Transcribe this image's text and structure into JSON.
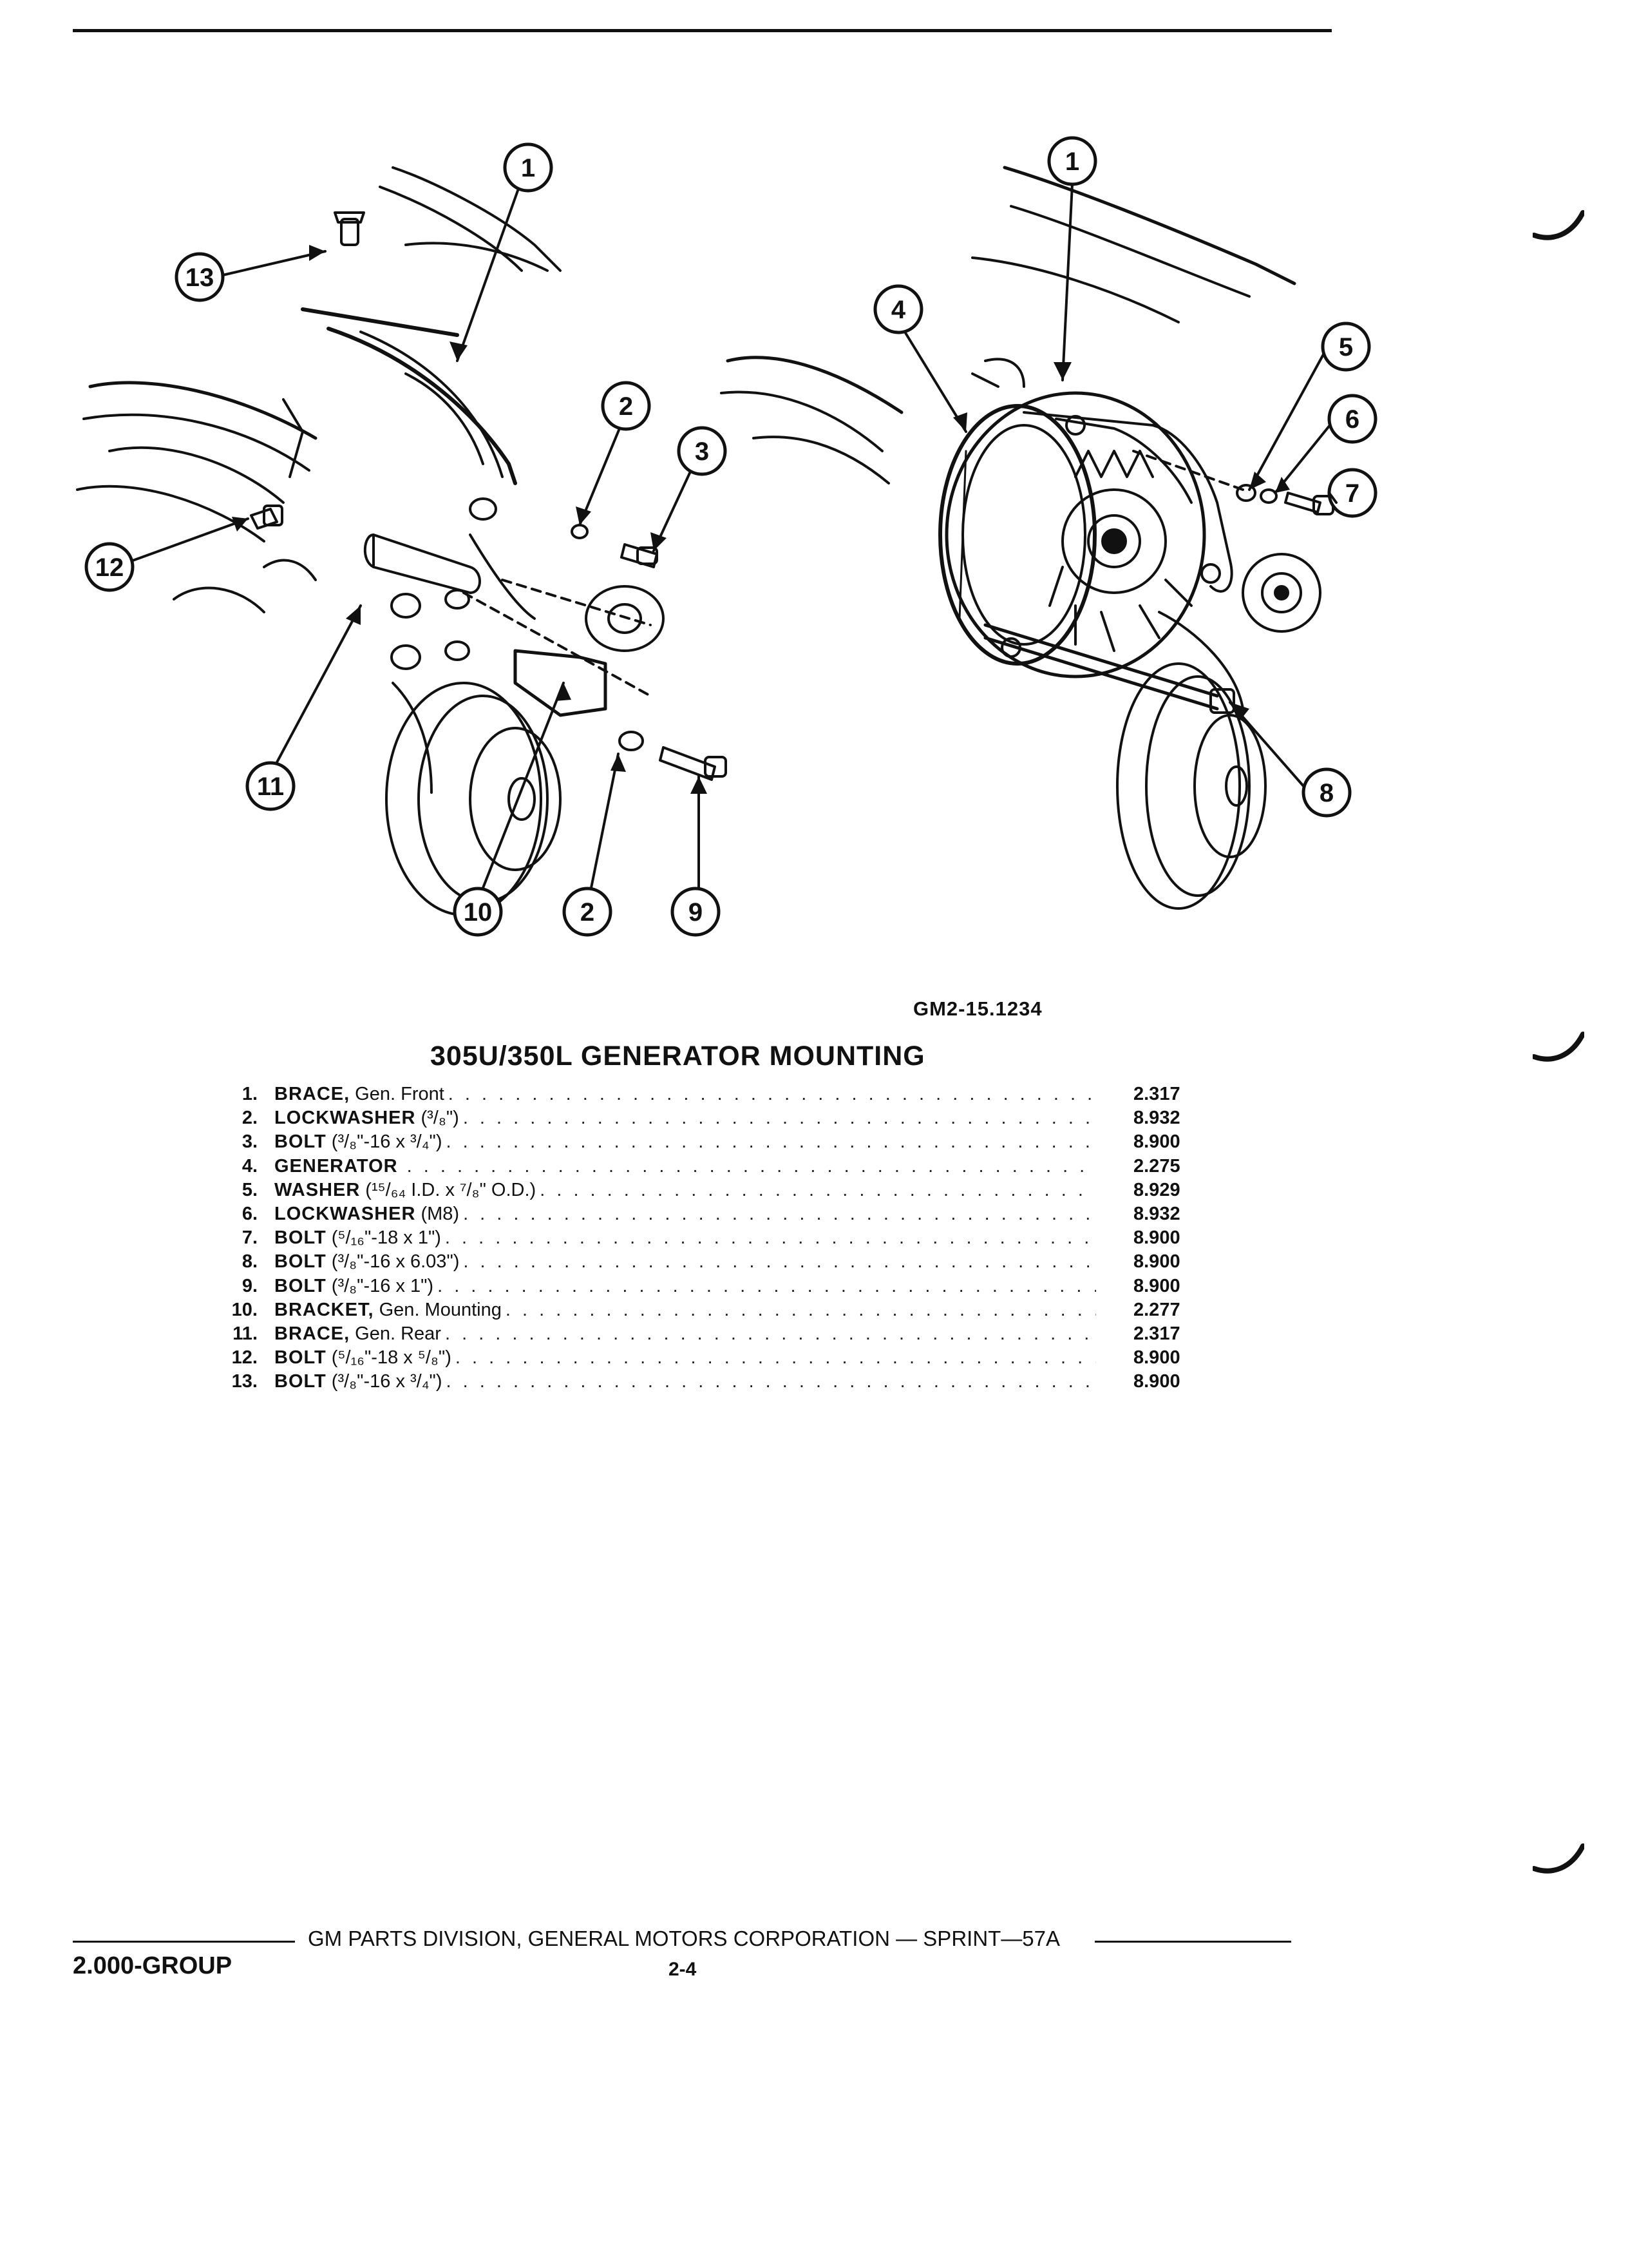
{
  "figure": {
    "id": "GM2-15.1234",
    "callouts_left": [
      "1",
      "13",
      "2",
      "3",
      "12",
      "11",
      "10",
      "2",
      "9"
    ],
    "callouts_right": [
      "1",
      "4",
      "5",
      "6",
      "7",
      "8"
    ]
  },
  "section_title": "305U/350L GENERATOR MOUNTING",
  "parts": [
    {
      "num": "1.",
      "name": "BRACE,",
      "desc": "Gen. Front",
      "group": "2.317"
    },
    {
      "num": "2.",
      "name": "LOCKWASHER",
      "desc": "(³/₈\")",
      "group": "8.932"
    },
    {
      "num": "3.",
      "name": "BOLT",
      "desc": "(³/₈\"-16 x ³/₄\")",
      "group": "8.900"
    },
    {
      "num": "4.",
      "name": "GENERATOR",
      "desc": "",
      "group": "2.275"
    },
    {
      "num": "5.",
      "name": "WASHER",
      "desc": "(¹⁵/₆₄ I.D. x ⁷/₈\" O.D.)",
      "group": "8.929"
    },
    {
      "num": "6.",
      "name": "LOCKWASHER",
      "desc": "(M8)",
      "group": "8.932"
    },
    {
      "num": "7.",
      "name": "BOLT",
      "desc": "(⁵/₁₆\"-18 x 1\")",
      "group": "8.900"
    },
    {
      "num": "8.",
      "name": "BOLT",
      "desc": "(³/₈\"-16 x 6.03\")",
      "group": "8.900"
    },
    {
      "num": "9.",
      "name": "BOLT",
      "desc": "(³/₈\"-16 x 1\")",
      "group": "8.900"
    },
    {
      "num": "10.",
      "name": "BRACKET,",
      "desc": "Gen. Mounting",
      "group": "2.277"
    },
    {
      "num": "11.",
      "name": "BRACE,",
      "desc": "Gen. Rear",
      "group": "2.317"
    },
    {
      "num": "12.",
      "name": "BOLT",
      "desc": "(⁵/₁₆\"-18 x ⁵/₈\")",
      "group": "8.900"
    },
    {
      "num": "13.",
      "name": "BOLT",
      "desc": "(³/₈\"-16 x ³/₄\")",
      "group": "8.900"
    }
  ],
  "footer": {
    "text": "GM PARTS DIVISION, GENERAL MOTORS CORPORATION — SPRINT—57A",
    "group_label": "2.000-GROUP",
    "page_number": "2-4"
  }
}
